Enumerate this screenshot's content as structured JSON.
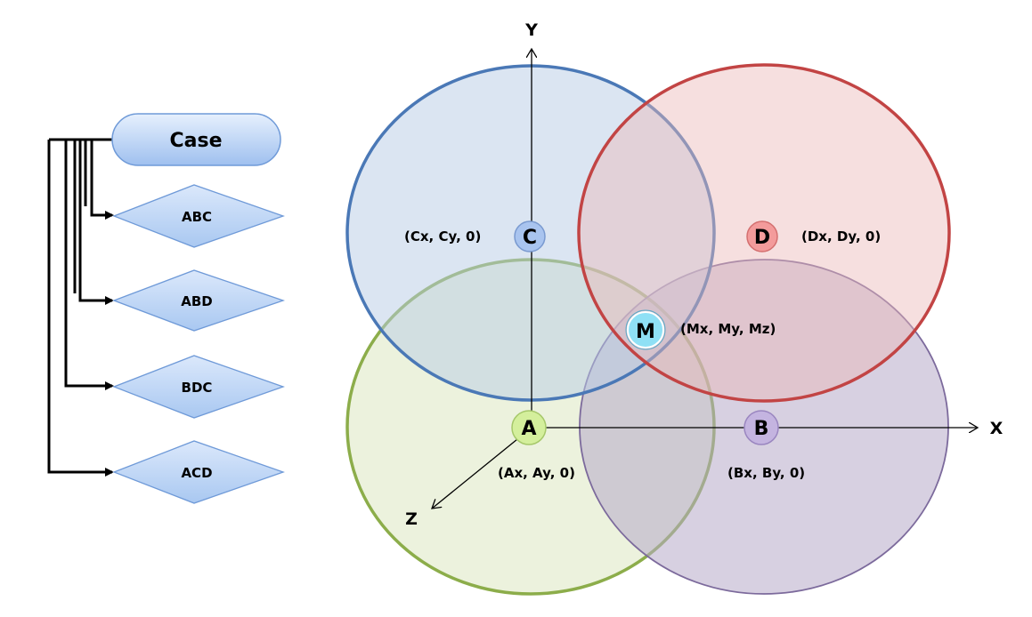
{
  "flowchart": {
    "root_label": "Case",
    "cases": [
      "ABC",
      "ABD",
      "BDC",
      "ACD"
    ]
  },
  "axes": {
    "x_label": "X",
    "y_label": "Y",
    "z_label": "Z"
  },
  "points": {
    "A": {
      "label": "A",
      "coord": "(Ax, Ay, 0)",
      "color": "#d4ef9c"
    },
    "B": {
      "label": "B",
      "coord": "(Bx, By, 0)",
      "color": "#c4b4e0"
    },
    "C": {
      "label": "C",
      "coord": "(Cx, Cy, 0)",
      "color": "#a9c4ef"
    },
    "D": {
      "label": "D",
      "coord": "(Dx, Dy, 0)",
      "color": "#f39b9b"
    },
    "M": {
      "label": "M",
      "coord": "(Mx, My, Mz)",
      "color": "#8fe0f5"
    }
  },
  "circle_colors": {
    "A": "#8cad4a",
    "B": "#7c6a9c",
    "C": "#4a78b6",
    "D": "#c24444"
  }
}
